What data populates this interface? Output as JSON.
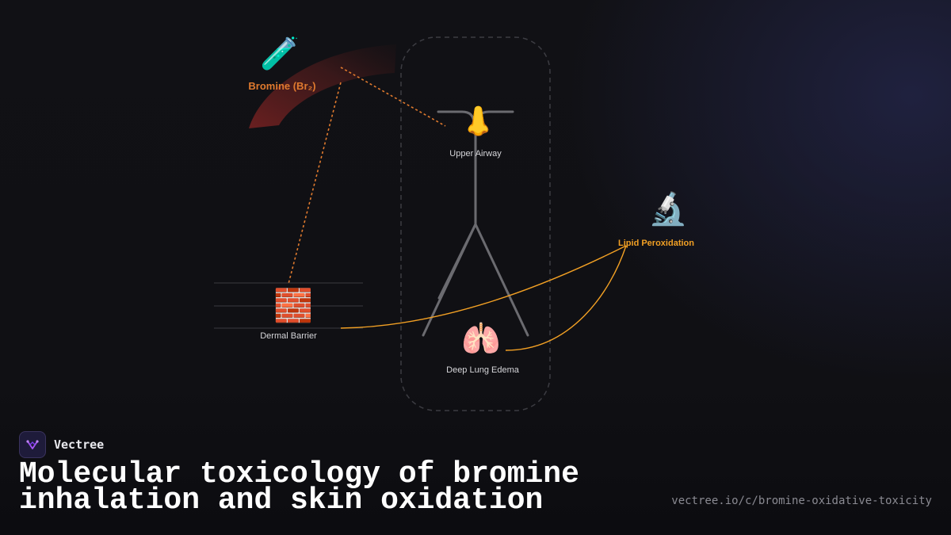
{
  "nodes": {
    "bromine": {
      "icon": "test-tube-icon",
      "glyph": "🧪",
      "label": "Bromine (Br₂)"
    },
    "upper_airway": {
      "icon": "nose-icon",
      "glyph": "👃",
      "label": "Upper Airway"
    },
    "lipid_peroxidation": {
      "icon": "microscope-icon",
      "glyph": "🔬",
      "label": "Lipid Peroxidation"
    },
    "dermal_barrier": {
      "icon": "brick-icon",
      "glyph": "🧱",
      "label": "Dermal Barrier"
    },
    "deep_lung_edema": {
      "icon": "lungs-icon",
      "glyph": "🫁",
      "label": "Deep Lung Edema"
    }
  },
  "colors": {
    "bromine_accent": "#e07a2e",
    "peroxidation_accent": "#f2a024",
    "plume": "#7a2222",
    "airway_lines": "#6b6b70",
    "dashed_frame": "#3c3c42"
  },
  "footer": {
    "brand_icon": "vectree-logo-icon",
    "brand_name": "Vectree",
    "title": "Molecular toxicology of bromine inhalation and skin oxidation",
    "url": "vectree.io/c/bromine-oxidative-toxicity"
  }
}
